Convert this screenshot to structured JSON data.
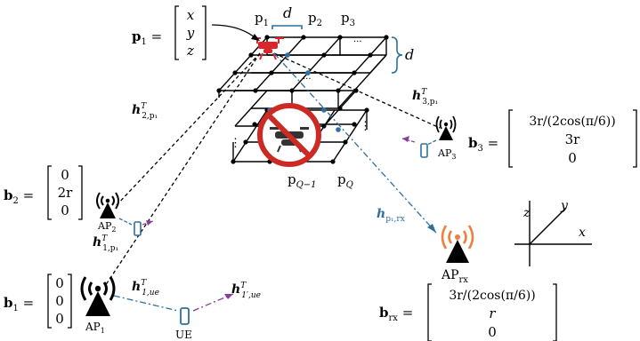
{
  "colors": {
    "black": "#000000",
    "dashed_blue": "#2e6f9e",
    "ue_purple": "#8a3d9a",
    "drone_red": "#d9262b",
    "rx_orange": "#f07f3c",
    "node_blue": "#2e6f9e",
    "no_sign_red": "#cc2a24"
  },
  "icons": {
    "ap": "antenna-tower-icon",
    "ue": "phone-icon",
    "drone": "drone-icon",
    "no_drone": "no-drone-sign-icon"
  },
  "grid": {
    "labels": {
      "p1": "p",
      "p1_sub": "1",
      "p2": "p",
      "p2_sub": "2",
      "p3": "p",
      "p3_sub": "3",
      "pq1": "p",
      "pq1_sub": "Q−1",
      "pq": "p",
      "pq_sub": "Q",
      "d_top": "d",
      "d_side": "d",
      "ellipsis": "···",
      "vdots": "⋮"
    }
  },
  "vectors": {
    "p1": {
      "name": "p",
      "sub": "1",
      "entries": [
        "x",
        "y",
        "z"
      ]
    },
    "b2": {
      "name": "b",
      "sub": "2",
      "entries": [
        "0",
        "2r",
        "0"
      ]
    },
    "b3": {
      "name": "b",
      "sub": "3",
      "entries": [
        "3r/(2cos(π/6))",
        "3r",
        "0"
      ]
    },
    "b1": {
      "name": "b",
      "sub": "1",
      "entries": [
        "0",
        "0",
        "0"
      ]
    },
    "brx": {
      "name": "b",
      "sub": "rx",
      "entries": [
        "3r/(2cos(π/6))",
        "r",
        "0"
      ]
    }
  },
  "channels": {
    "h2p1": {
      "name": "h",
      "sup": "T",
      "sub": "2,p₁"
    },
    "h3p1": {
      "name": "h",
      "sup": "T",
      "sub": "3,p₁"
    },
    "h1p1": {
      "name": "h",
      "sup": "T",
      "sub": "1,p₁"
    },
    "hp1rx": {
      "name": "h",
      "sub": "p₁,rx"
    },
    "h1ue": {
      "name": "h",
      "sup": "T",
      "sub": "1,ue"
    },
    "h1pue": {
      "name": "h",
      "sup": "T",
      "sub": "1′,ue"
    }
  },
  "nodes": {
    "ap1": {
      "label": "AP",
      "sub": "1"
    },
    "ap2": {
      "label": "AP",
      "sub": "2"
    },
    "ap3": {
      "label": "AP",
      "sub": "3"
    },
    "aprx": {
      "label": "AP",
      "sub": "rx"
    },
    "ue": {
      "label": "UE"
    }
  },
  "axes": {
    "x": "x",
    "y": "y",
    "z": "z"
  }
}
